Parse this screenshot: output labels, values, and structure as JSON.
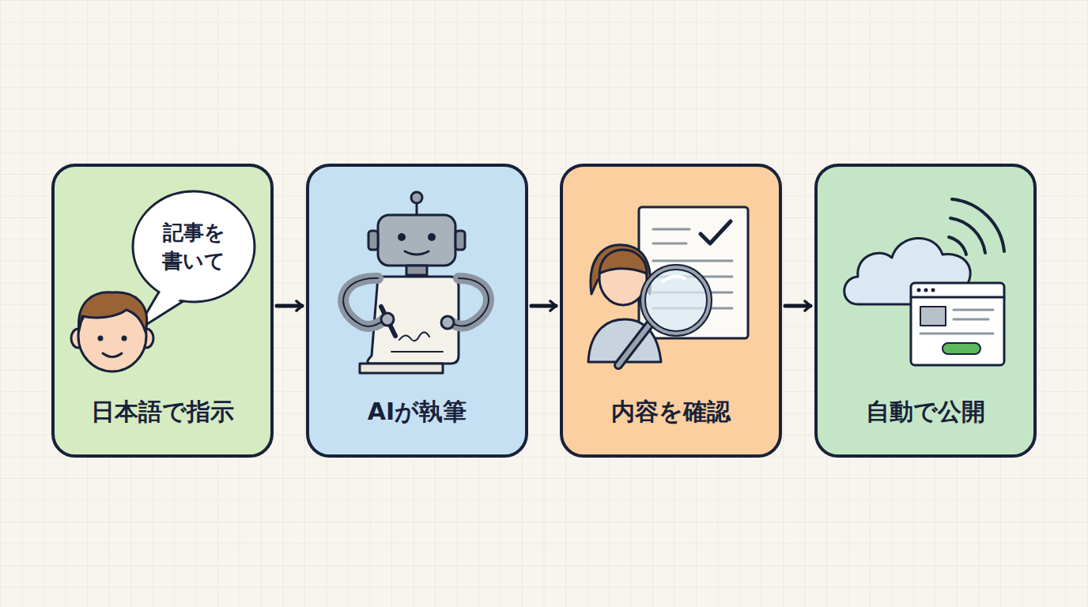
{
  "diagram": {
    "nodes": [
      {
        "text": [
          "日本語で指示"
        ]
      },
      {
        "text": [
          "記事を 書いて"
        ],
        "in": 0
      },
      {
        "text": [
          "AIが執筆"
        ]
      },
      {
        "text": [
          "内容を確認"
        ]
      },
      {
        "text": [
          "自動で公開"
        ]
      }
    ],
    "edges": [
      {
        "from": 0,
        "to": 2,
        "arrow": "to"
      },
      {
        "from": 2,
        "to": 3,
        "arrow": "to"
      },
      {
        "from": 3,
        "to": 4,
        "arrow": "to"
      }
    ]
  }
}
